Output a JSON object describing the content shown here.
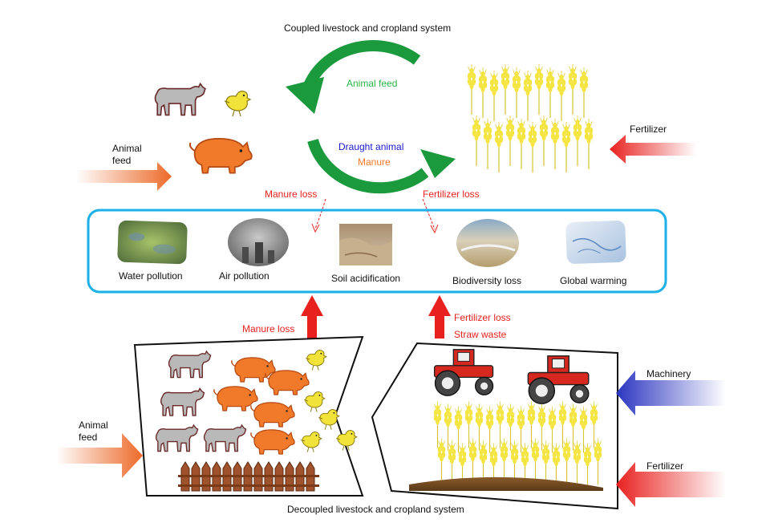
{
  "top": {
    "title": "Coupled livestock and cropland system",
    "cycle": {
      "animal_feed": "Animal feed",
      "draught_animal": "Draught animal",
      "manure": "Manure"
    },
    "left_input": "Animal\nfeed",
    "right_input": "Fertilizer",
    "manure_loss": "Manure loss",
    "fertilizer_loss": "Fertilizer loss"
  },
  "impacts": {
    "items": [
      {
        "label": "Water pollution"
      },
      {
        "label": "Air pollution"
      },
      {
        "label": "Soil acidification"
      },
      {
        "label": "Biodiversity loss"
      },
      {
        "label": "Global warming"
      }
    ]
  },
  "bottom": {
    "title": "Decoupled livestock and cropland system",
    "manure_loss": "Manure loss",
    "fertilizer_loss": "Fertilizer loss",
    "straw_waste": "Straw waste",
    "left_input": "Animal\nfeed",
    "machinery": "Machinery",
    "fertilizer": "Fertilizer"
  },
  "colors": {
    "cycle_green": "#1a9a3c",
    "animal_feed_text": "#2bb34a",
    "draught_text": "#1a1acc",
    "manure_text": "#f07a2a",
    "loss_text": "#e8211f",
    "impact_border": "#1ab0e8",
    "feed_arrow": "#ec6a2a",
    "fertilizer_arrow": "#e8211f",
    "machinery_arrow": "#2a35c0",
    "pig": "#f07a2a",
    "chicken": "#f2e33a",
    "wheat": "#f4e542",
    "tractor": "#d6281e"
  }
}
